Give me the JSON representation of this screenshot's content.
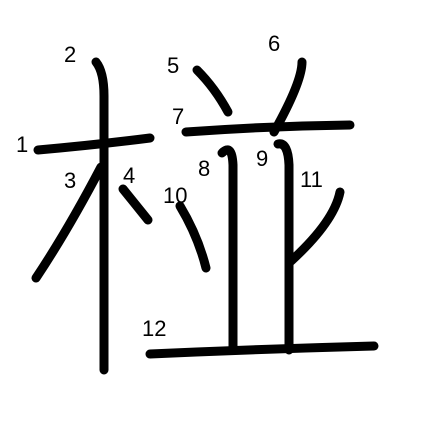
{
  "diagram": {
    "kind": "kanji-stroke-order",
    "stroke_color": "#000000",
    "background": "#ffffff",
    "strokes": [
      {
        "order": 1,
        "label": "1"
      },
      {
        "order": 2,
        "label": "2"
      },
      {
        "order": 3,
        "label": "3"
      },
      {
        "order": 4,
        "label": "4"
      },
      {
        "order": 5,
        "label": "5"
      },
      {
        "order": 6,
        "label": "6"
      },
      {
        "order": 7,
        "label": "7"
      },
      {
        "order": 8,
        "label": "8"
      },
      {
        "order": 9,
        "label": "9"
      },
      {
        "order": 10,
        "label": "10"
      },
      {
        "order": 11,
        "label": "11"
      },
      {
        "order": 12,
        "label": "12"
      }
    ]
  }
}
